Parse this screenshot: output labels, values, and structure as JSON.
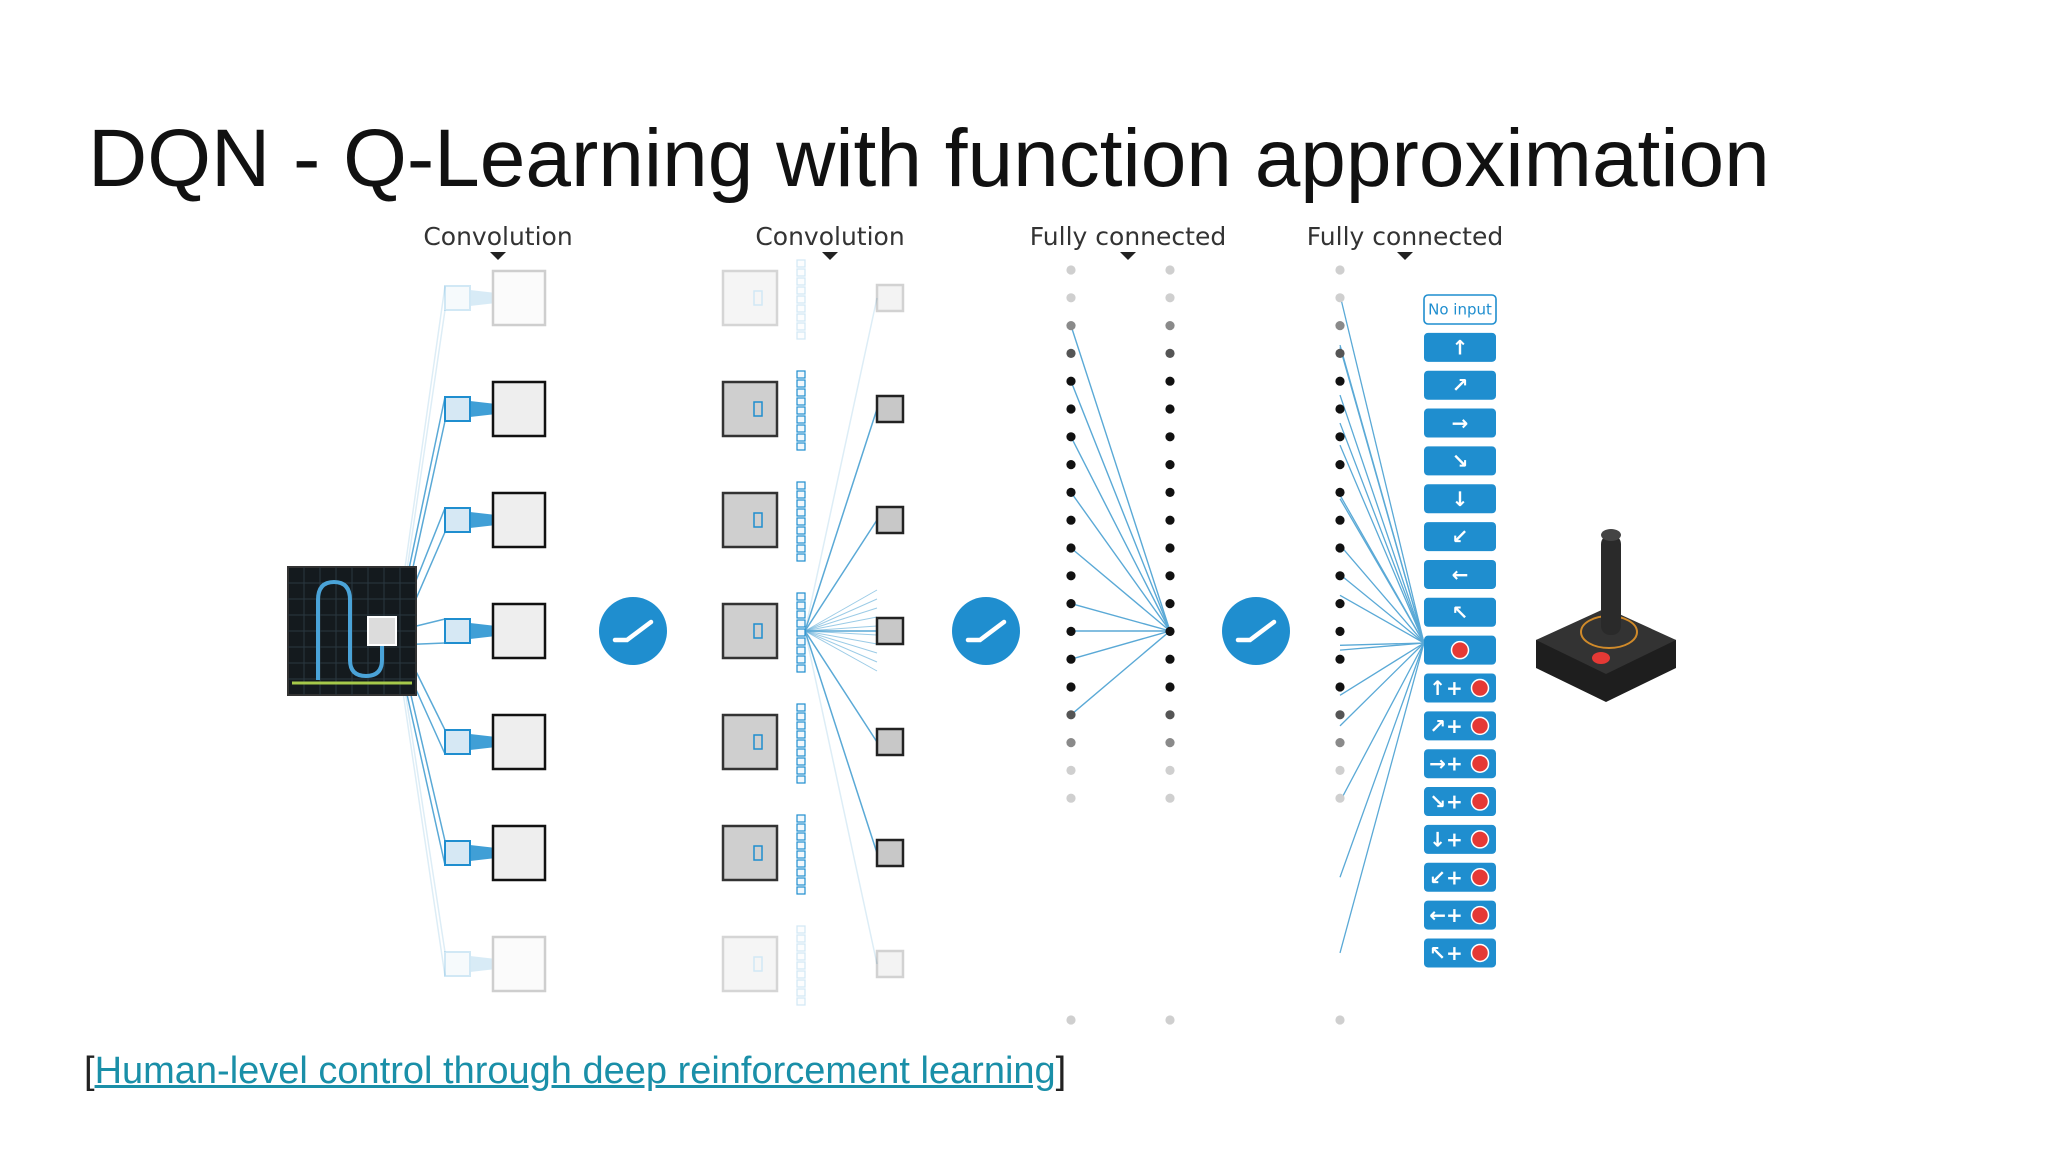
{
  "slide": {
    "title": "DQN - Q-Learning with function approximation",
    "citation": {
      "open_bracket": "[",
      "link_text": "Human-level control through deep reinforcement learning",
      "close_bracket": "]"
    }
  },
  "diagram": {
    "layer_labels": [
      "Convolution",
      "Convolution",
      "Fully connected",
      "Fully connected"
    ],
    "activation_icon": "relu-icon",
    "input_icon": "game-screen-icon",
    "output_device_icon": "joystick-icon",
    "actions": [
      {
        "icon": "no-input-label",
        "label": "No input"
      },
      {
        "icon": "arrow-up-icon",
        "glyph": "↑"
      },
      {
        "icon": "arrow-up-right-icon",
        "glyph": "↗"
      },
      {
        "icon": "arrow-right-icon",
        "glyph": "→"
      },
      {
        "icon": "arrow-down-right-icon",
        "glyph": "↘"
      },
      {
        "icon": "arrow-down-icon",
        "glyph": "↓"
      },
      {
        "icon": "arrow-down-left-icon",
        "glyph": "↙"
      },
      {
        "icon": "arrow-left-icon",
        "glyph": "←"
      },
      {
        "icon": "arrow-up-left-icon",
        "glyph": "↖"
      },
      {
        "icon": "fire-icon",
        "glyph": ""
      },
      {
        "icon": "arrow-up-fire-icon",
        "glyph": "↑+"
      },
      {
        "icon": "arrow-up-right-fire-icon",
        "glyph": "↗+"
      },
      {
        "icon": "arrow-right-fire-icon",
        "glyph": "→+"
      },
      {
        "icon": "arrow-down-right-fire-icon",
        "glyph": "↘+"
      },
      {
        "icon": "arrow-down-fire-icon",
        "glyph": "↓+"
      },
      {
        "icon": "arrow-down-left-fire-icon",
        "glyph": "↙+"
      },
      {
        "icon": "arrow-left-fire-icon",
        "glyph": "←+"
      },
      {
        "icon": "arrow-up-left-fire-icon",
        "glyph": "↖+"
      }
    ],
    "colors": {
      "accent": "#1f8ecf",
      "line": "#5aa9d6",
      "node": "#111111",
      "fire": "#e53935"
    }
  }
}
